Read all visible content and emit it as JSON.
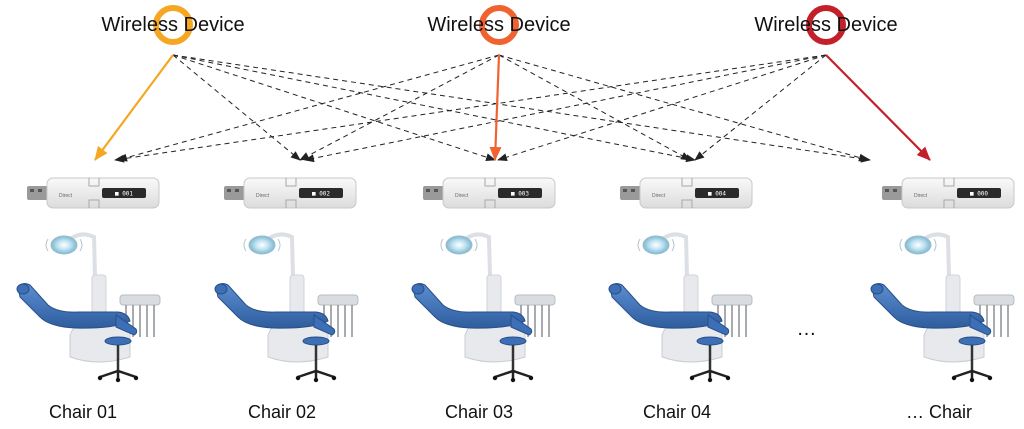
{
  "devices": [
    {
      "label": "Wireless Device",
      "color": "#f5a623"
    },
    {
      "label": "Wireless Device",
      "color": "#f06330"
    },
    {
      "label": "Wireless Device",
      "color": "#c4202a"
    }
  ],
  "dongles": [
    {
      "id": "001"
    },
    {
      "id": "002"
    },
    {
      "id": "003"
    },
    {
      "id": "004"
    },
    {
      "id": "000"
    }
  ],
  "dongle_brand": "Direct",
  "chairs": [
    {
      "label": "Chair 01"
    },
    {
      "label": "Chair 02"
    },
    {
      "label": "Chair 03"
    },
    {
      "label": "Chair 04"
    },
    {
      "label": "… Chair"
    }
  ],
  "more_indicator": "…",
  "colors": {
    "link_dashed": "#222222",
    "chair_blue": "#3d6fb6",
    "chair_base": "#e7e9ec",
    "dongle_body": "#eeeeee",
    "dongle_plug": "#9a9a9a"
  }
}
